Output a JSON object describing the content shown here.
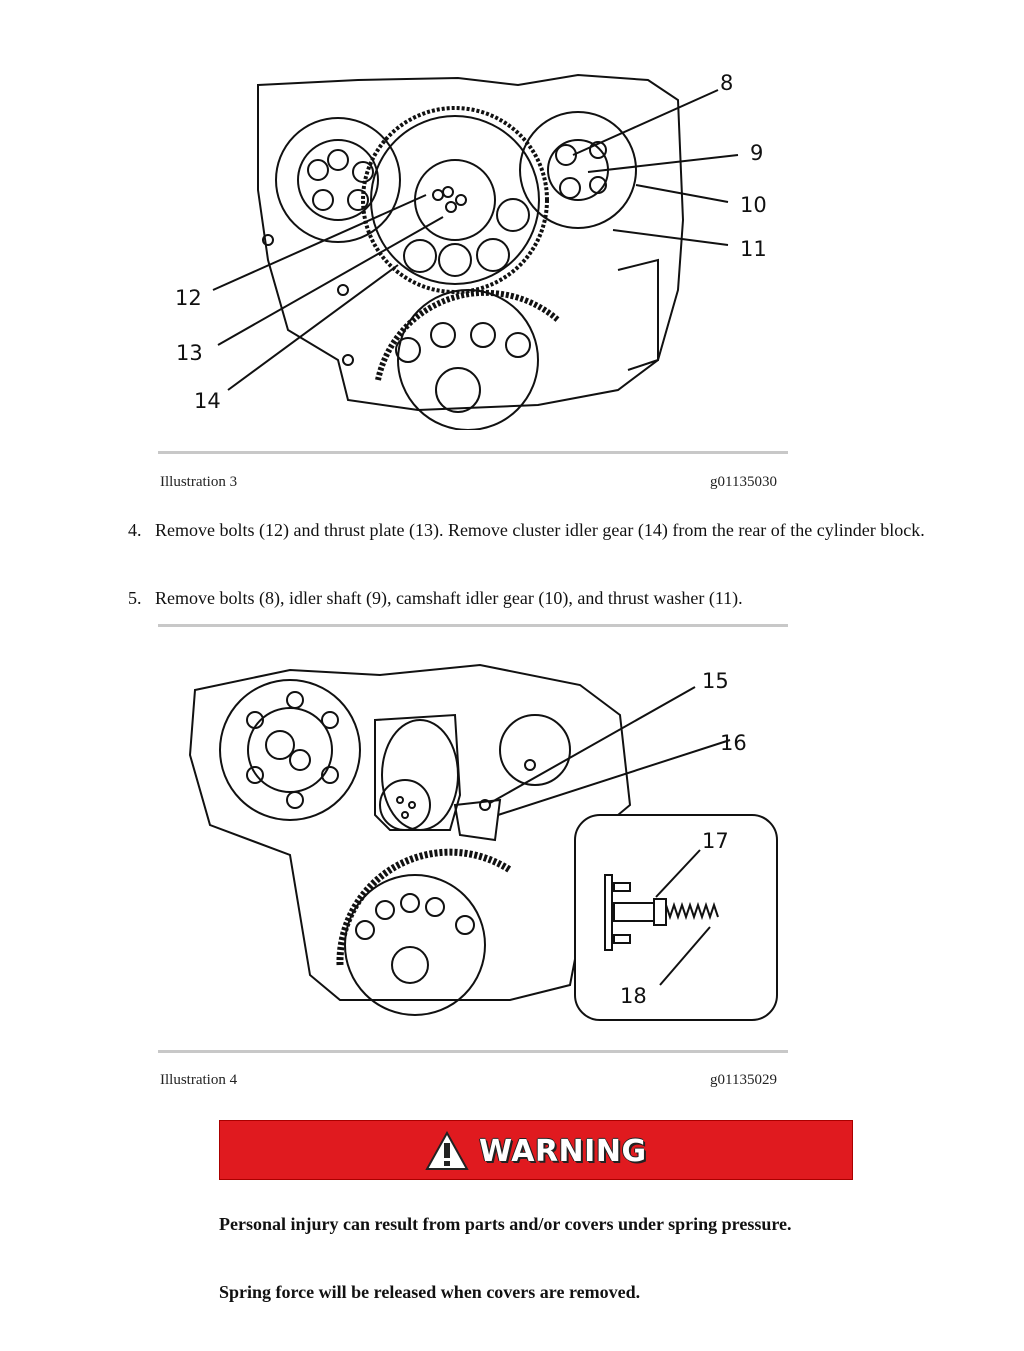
{
  "figure1": {
    "callouts": [
      "8",
      "9",
      "10",
      "11",
      "12",
      "13",
      "14"
    ],
    "caption_label": "Illustration 3",
    "caption_id": "g01135030"
  },
  "steps": [
    {
      "num": "4.",
      "text": "Remove bolts (12) and thrust plate (13). Remove cluster idler gear (14) from the rear of the cylinder block."
    },
    {
      "num": "5.",
      "text": "Remove bolts (8), idler shaft (9), camshaft idler gear (10), and thrust washer (11)."
    }
  ],
  "figure2": {
    "callouts": [
      "15",
      "16",
      "17",
      "18"
    ],
    "caption_label": "Illustration 4",
    "caption_id": "g01135029"
  },
  "warning": {
    "banner_label": "WARNING",
    "colors": {
      "banner": "#e01a1f",
      "text": "#ffffff"
    },
    "paragraphs": [
      "Personal injury can result from parts and/or covers under spring pressure.",
      "Spring force will be released when covers are removed."
    ]
  }
}
